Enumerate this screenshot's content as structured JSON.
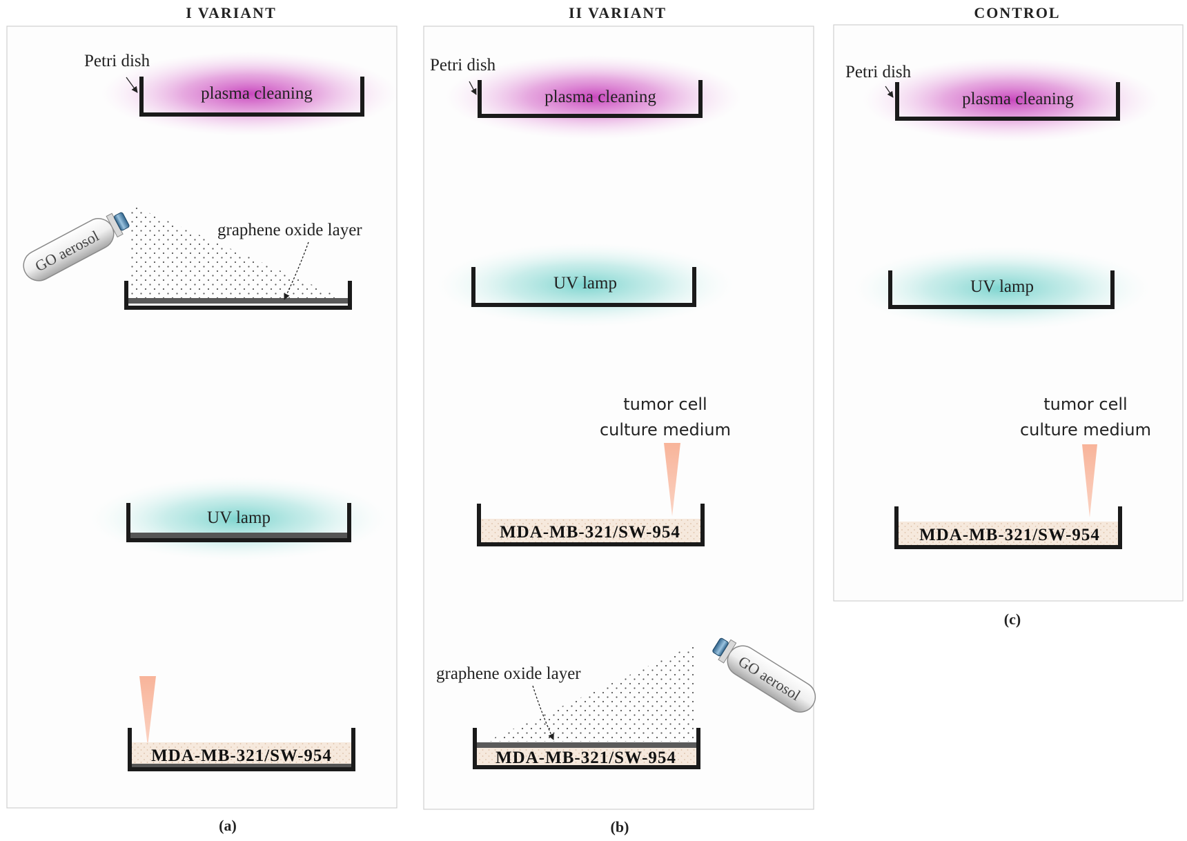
{
  "figure": {
    "panels": {
      "a": {
        "heading": "I VARIANT",
        "caption": "(a)"
      },
      "b": {
        "heading": "II VARIANT",
        "caption": "(b)"
      },
      "c": {
        "heading": "CONTROL",
        "caption": "(c)"
      }
    },
    "labels": {
      "petri_dish": "Petri dish",
      "plasma_cleaning": "plasma cleaning",
      "uv_lamp": "UV lamp",
      "go_aerosol": "GO aerosol",
      "graphene_oxide_layer": "graphene oxide layer",
      "tumor_cell_line1": "tumor cell",
      "tumor_cell_line2": "culture medium",
      "cell_line": "MDA-MB-321/SW-954"
    },
    "colors": {
      "plasma": "#cc44bb",
      "uv": "#7fd6d0",
      "medium_pipette": "#f8b9a0",
      "cell_layer": "#f3e4d8",
      "go_layer": "#555555",
      "dish": "#1a1a1a"
    }
  }
}
